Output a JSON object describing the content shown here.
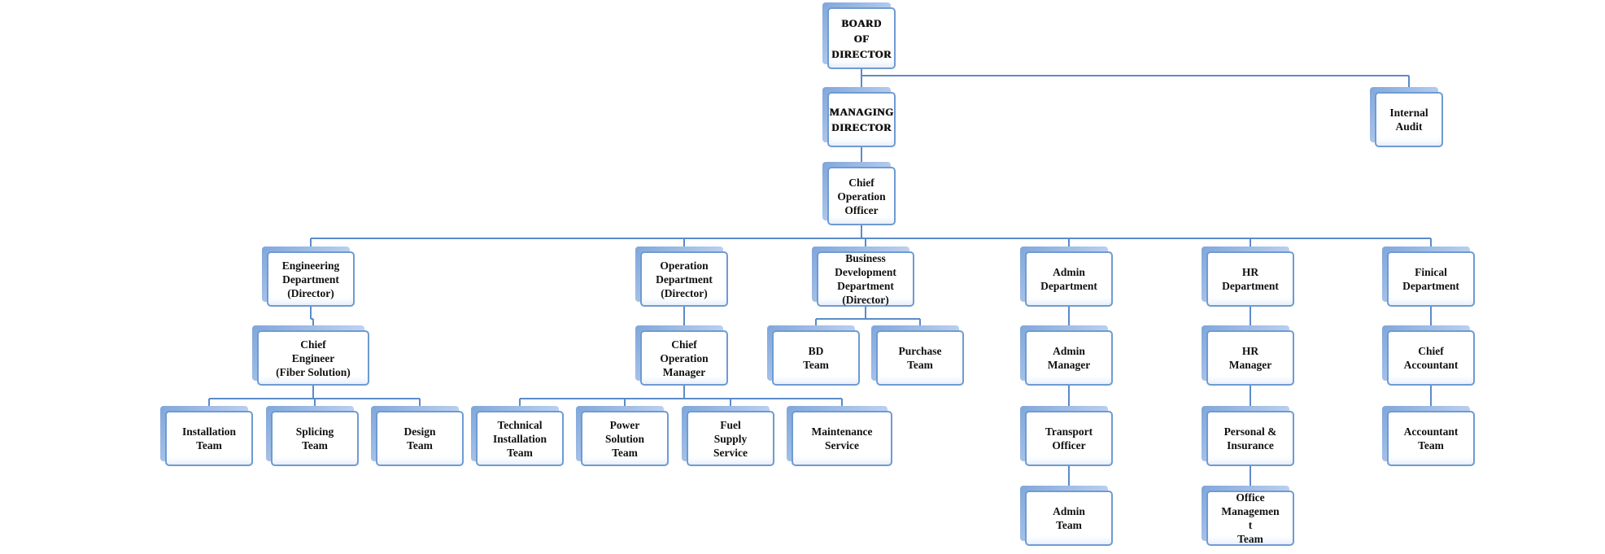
{
  "org_chart": {
    "nodes": {
      "board": {
        "label": "BOARD\nOF\nDIRECTOR"
      },
      "md": {
        "label": "MANAGING\nDIRECTOR"
      },
      "audit": {
        "label": "Internal\nAudit"
      },
      "coo": {
        "label": "Chief\nOperation\nOfficer"
      },
      "eng_dept": {
        "label": "Engineering\nDepartment\n(Director)"
      },
      "op_dept": {
        "label": "Operation\nDepartment\n(Director)"
      },
      "bd_dept": {
        "label": "Business\nDevelopment\nDepartment\n(Director)"
      },
      "admin_dept": {
        "label": "Admin\nDepartment"
      },
      "hr_dept": {
        "label": "HR\nDepartment"
      },
      "fin_dept": {
        "label": "Finical\nDepartment"
      },
      "chief_eng": {
        "label": "Chief\nEngineer\n(Fiber Solution)"
      },
      "chief_op_mgr": {
        "label": "Chief\nOperation\nManager"
      },
      "bd_team": {
        "label": "BD\nTeam"
      },
      "purchase": {
        "label": "Purchase\nTeam"
      },
      "admin_mgr": {
        "label": "Admin\nManager"
      },
      "hr_mgr": {
        "label": "HR\nManager"
      },
      "chief_acct": {
        "label": "Chief\nAccountant"
      },
      "install": {
        "label": "Installation\nTeam"
      },
      "splicing": {
        "label": "Splicing\nTeam"
      },
      "design": {
        "label": "Design\nTeam"
      },
      "tech_inst": {
        "label": "Technical\nInstallation\nTeam"
      },
      "power": {
        "label": "Power\nSolution\nTeam"
      },
      "fuel": {
        "label": "Fuel\nSupply\nService"
      },
      "maint": {
        "label": "Maintenance\nService"
      },
      "transport": {
        "label": "Transport\nOfficer"
      },
      "personal": {
        "label": "Personal &\nInsurance"
      },
      "acct_team": {
        "label": "Accountant\nTeam"
      },
      "admin_team": {
        "label": "Admin\nTeam"
      },
      "office_mgmt": {
        "label": "Office\nManagemen\nt\nTeam"
      }
    },
    "edges": [
      [
        "board",
        "md"
      ],
      [
        "board",
        "audit"
      ],
      [
        "md",
        "coo"
      ],
      [
        "coo",
        "eng_dept"
      ],
      [
        "coo",
        "op_dept"
      ],
      [
        "coo",
        "bd_dept"
      ],
      [
        "coo",
        "admin_dept"
      ],
      [
        "coo",
        "hr_dept"
      ],
      [
        "coo",
        "fin_dept"
      ],
      [
        "eng_dept",
        "chief_eng"
      ],
      [
        "op_dept",
        "chief_op_mgr"
      ],
      [
        "bd_dept",
        "bd_team"
      ],
      [
        "bd_dept",
        "purchase"
      ],
      [
        "admin_dept",
        "admin_mgr"
      ],
      [
        "hr_dept",
        "hr_mgr"
      ],
      [
        "fin_dept",
        "chief_acct"
      ],
      [
        "chief_eng",
        "install"
      ],
      [
        "chief_eng",
        "splicing"
      ],
      [
        "chief_eng",
        "design"
      ],
      [
        "chief_op_mgr",
        "tech_inst"
      ],
      [
        "chief_op_mgr",
        "power"
      ],
      [
        "chief_op_mgr",
        "fuel"
      ],
      [
        "chief_op_mgr",
        "maint"
      ],
      [
        "admin_mgr",
        "transport"
      ],
      [
        "transport",
        "admin_team"
      ],
      [
        "hr_mgr",
        "personal"
      ],
      [
        "personal",
        "office_mgmt"
      ],
      [
        "chief_acct",
        "acct_team"
      ]
    ]
  },
  "colors": {
    "connector": "#5b8bc9",
    "box_border": "#6f9bd1",
    "shadow": "#7fa6da"
  }
}
